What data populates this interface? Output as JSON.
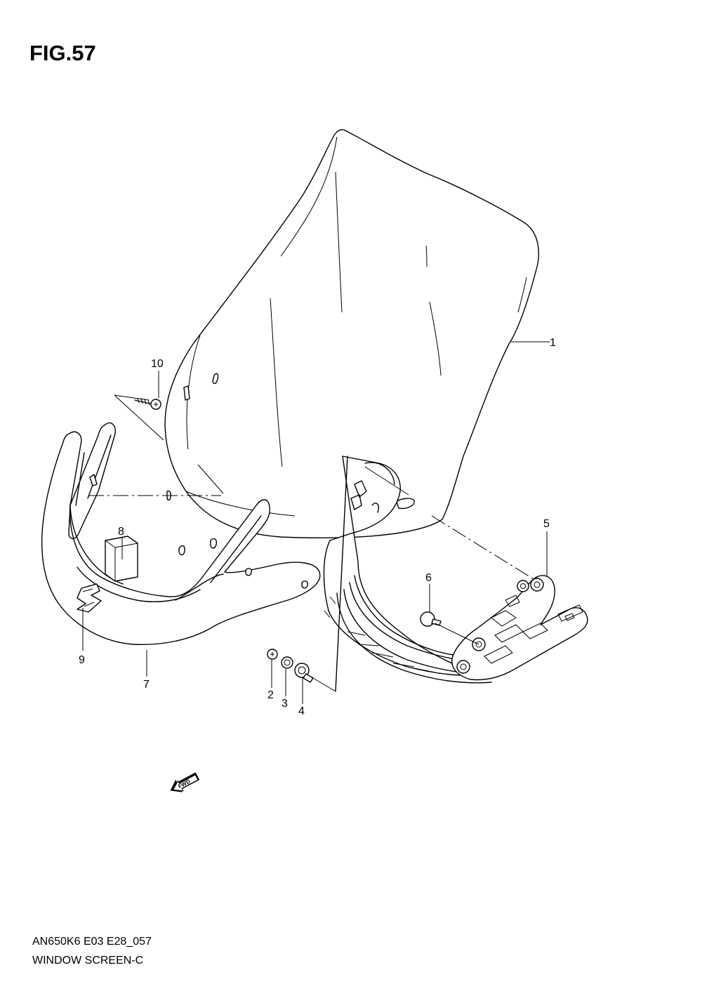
{
  "figure": {
    "title": "FIG.57",
    "model_code": "AN650K6 E03 E28_057",
    "section_name": "WINDOW SCREEN-C"
  },
  "callouts": [
    {
      "id": "c1",
      "label": "1"
    },
    {
      "id": "c2",
      "label": "2"
    },
    {
      "id": "c3",
      "label": "3"
    },
    {
      "id": "c4",
      "label": "4"
    },
    {
      "id": "c5",
      "label": "5"
    },
    {
      "id": "c6",
      "label": "6"
    },
    {
      "id": "c7",
      "label": "7"
    },
    {
      "id": "c8",
      "label": "8"
    },
    {
      "id": "c9",
      "label": "9"
    },
    {
      "id": "c10",
      "label": "10"
    }
  ],
  "fwd_badge": "FWD"
}
